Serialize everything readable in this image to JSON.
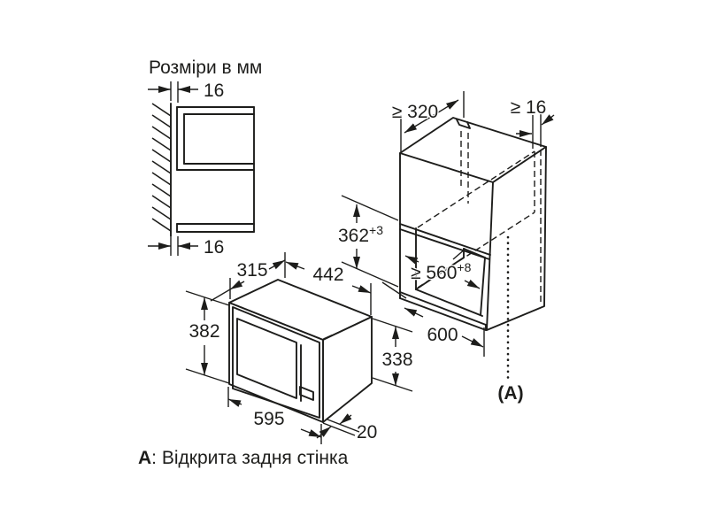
{
  "title": "Розміри в мм",
  "side_view": {
    "top_gap": "16",
    "bottom_gap": "16"
  },
  "microwave": {
    "depth": "315",
    "body_width": "442",
    "height": "382",
    "body_height": "338",
    "width": "595",
    "frame_overhang": "20"
  },
  "cabinet": {
    "top_clearance": "≥ 320",
    "rear_clearance": "≥ 16",
    "niche_height": "362",
    "niche_height_tolerance": "+3",
    "niche_width": "≥ 560",
    "niche_width_tolerance": "+8",
    "width": "600",
    "open_back_marker": "(А)"
  },
  "caption": {
    "label": "А",
    "text": ": Відкрита задня стінка"
  },
  "colors": {
    "line": "#1d1d1b",
    "background": "#ffffff"
  }
}
